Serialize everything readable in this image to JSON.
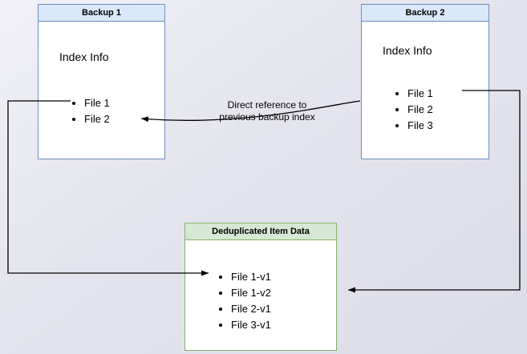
{
  "diagram": {
    "backup1": {
      "title": "Backup 1",
      "subtitle": "Index Info",
      "items": [
        "File 1",
        "File 2"
      ]
    },
    "backup2": {
      "title": "Backup 2",
      "subtitle": "Index Info",
      "items": [
        "File 1",
        "File 2",
        "File 3"
      ]
    },
    "dedup": {
      "title": "Deduplicated Item Data",
      "items": [
        "File 1-v1",
        "File 1-v2",
        "File 2-v1",
        "File 3-v1"
      ]
    },
    "annotation": "Direct reference to\nprevious backup index",
    "colors": {
      "blue_fill": "#dae8fc",
      "blue_border": "#6c8ebf",
      "green_fill": "#d5e8d4",
      "green_border": "#82b366",
      "arrow": "#000000"
    }
  }
}
